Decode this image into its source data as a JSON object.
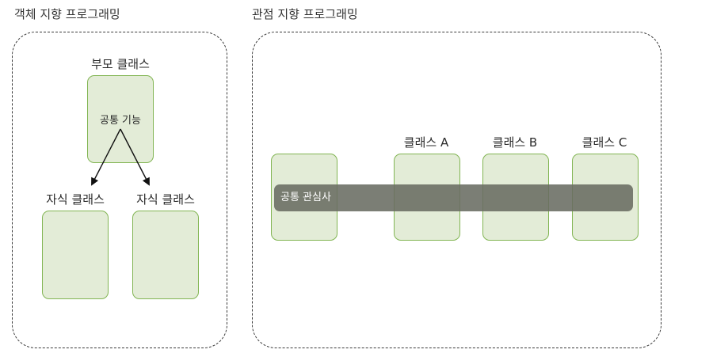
{
  "oop": {
    "title": "객체 지향 프로그래밍",
    "parent_label": "부모 클래스",
    "common_feature": "공통 기능",
    "child_left_label": "자식 클래스",
    "child_right_label": "자식 클래스"
  },
  "aop": {
    "title": "관점 지향 프로그래밍",
    "class_a_label": "클래스 A",
    "class_b_label": "클래스 B",
    "class_c_label": "클래스 C",
    "concern_label": "공통 관심사"
  },
  "colors": {
    "box_fill": "#e3ecd7",
    "box_border": "#82b553",
    "concern_bar": "#696c62",
    "frame_border": "#3a3a3a"
  }
}
